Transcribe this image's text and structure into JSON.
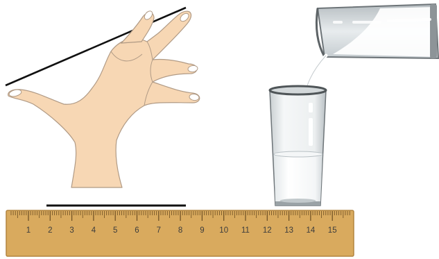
{
  "ruler": {
    "labels": [
      "1",
      "2",
      "3",
      "4",
      "5",
      "6",
      "7",
      "8",
      "9",
      "10",
      "11",
      "12",
      "13",
      "14",
      "15"
    ]
  },
  "colors": {
    "skin": "#f7d7b4",
    "skin_outline": "#b09a85",
    "ruler_wood": "#d9aa5e",
    "ruler_wood_dark": "#b2843e",
    "glass_rim": "#5d6366",
    "glass_body": "#eef1f2",
    "water": "#ffffff",
    "line": "#111111"
  }
}
